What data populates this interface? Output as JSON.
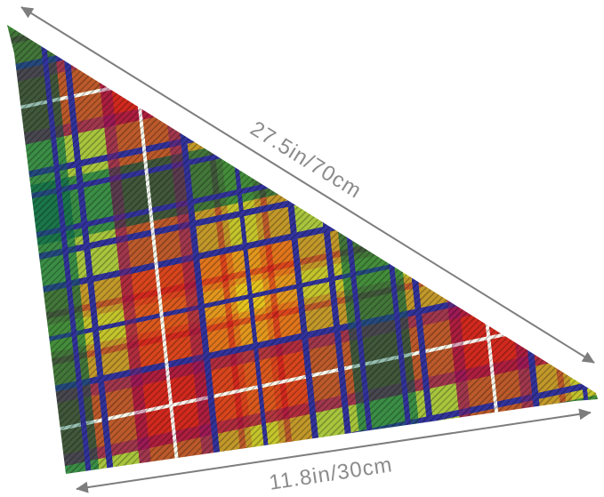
{
  "product": {
    "name": "tartan-plaid-triangle-bandana",
    "pattern": "multicolor tartan plaid twill fabric, triangle with curled tips",
    "palette": {
      "red": "#d2291e",
      "orange": "#e0761c",
      "yellow": "#e6c31f",
      "lime_green": "#a8c43c",
      "forest_green": "#2e8b3a",
      "teal": "#12705c",
      "navy": "#32339b",
      "magenta": "#9c1a55",
      "white_line": "#ffffff"
    }
  },
  "annotations": {
    "hypotenuse_label": "27.5in/70cm",
    "bottom_label": "11.8in/30cm",
    "arrow_color": "#7d7d7d",
    "label_color": "#8b8b8b",
    "background": "#ffffff"
  }
}
